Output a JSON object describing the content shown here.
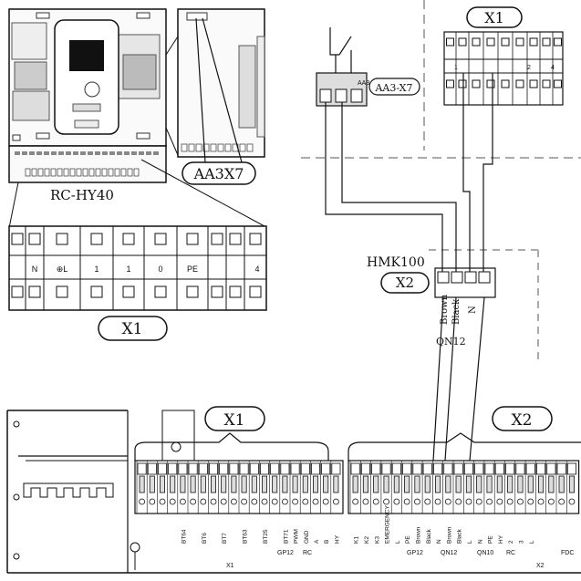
{
  "labels": {
    "aa3x7_callout": "AA3X7",
    "aa3x7_small": "AA3-X7",
    "x1_top_right": "X1",
    "rc_hy40": "RC-HY40",
    "x1_left": "X1",
    "hmk100": "HMK100",
    "x2_mid": "X2",
    "qn12_mid": "QN12",
    "x1_bottom": "X1",
    "x2_bottom": "X2"
  },
  "rc_hy40_terminals": [
    "N",
    "⊕L",
    "1",
    "1",
    "0",
    "PE",
    "",
    "4"
  ],
  "x1_top_terminals": [
    "1",
    "2",
    "4"
  ],
  "hmk100_wires": [
    "Brown",
    "Black",
    "N"
  ],
  "bottom_x1_terminals": [
    "BT64",
    "BT6",
    "BT7",
    "BT63",
    "BT25",
    "BT71",
    "PWM",
    "GND",
    "A",
    "B",
    "HY"
  ],
  "bottom_x1_groups": [
    "GP12",
    "RC",
    "X1"
  ],
  "bottom_x2_terminals": [
    "K1",
    "K2",
    "K3",
    "EMERGENCY",
    "L",
    "PE",
    "Brown",
    "Black",
    "N",
    "Brown",
    "Black",
    "L",
    "N",
    "PE",
    "HY",
    "2",
    "3",
    "L"
  ],
  "bottom_x2_groups": [
    "GP12",
    "QN12",
    "QN10",
    "RC",
    "X2",
    "FDC"
  ]
}
